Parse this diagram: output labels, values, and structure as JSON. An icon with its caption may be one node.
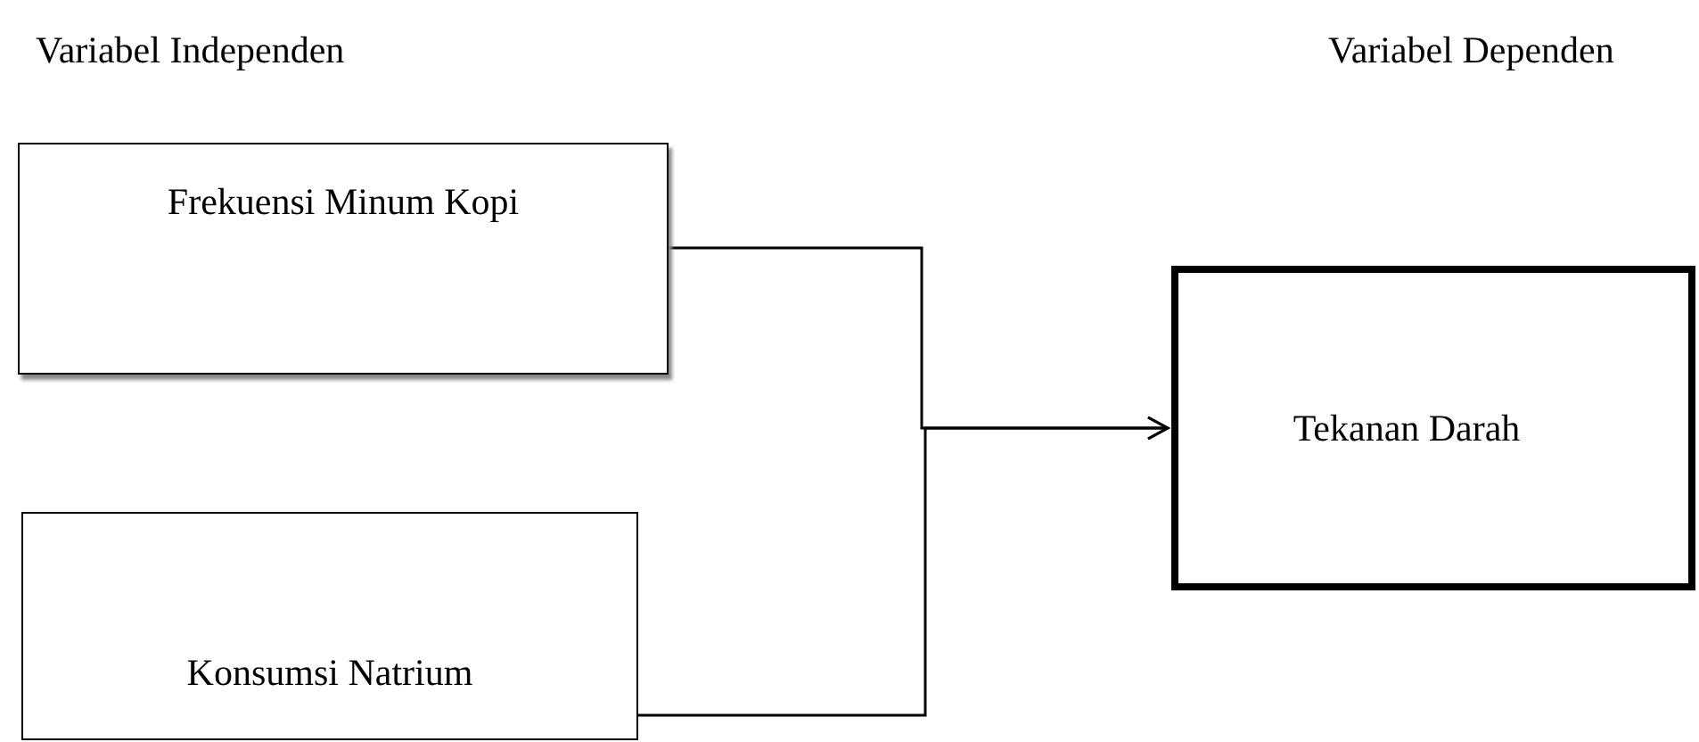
{
  "diagram": {
    "nodes": [
      {
        "text": [
          "Frekuensi Minum Kopi"
        ]
      },
      {
        "text": [
          "Konsumsi Natrium"
        ]
      },
      {
        "text": [
          "Tekanan Darah"
        ]
      }
    ],
    "edges": [
      {
        "from": 0,
        "to": 2,
        "arrow": "to"
      },
      {
        "from": 1,
        "to": 2,
        "arrow": "to"
      }
    ],
    "labels": [
      "Variabel Independen",
      "Variabel Dependen"
    ]
  }
}
